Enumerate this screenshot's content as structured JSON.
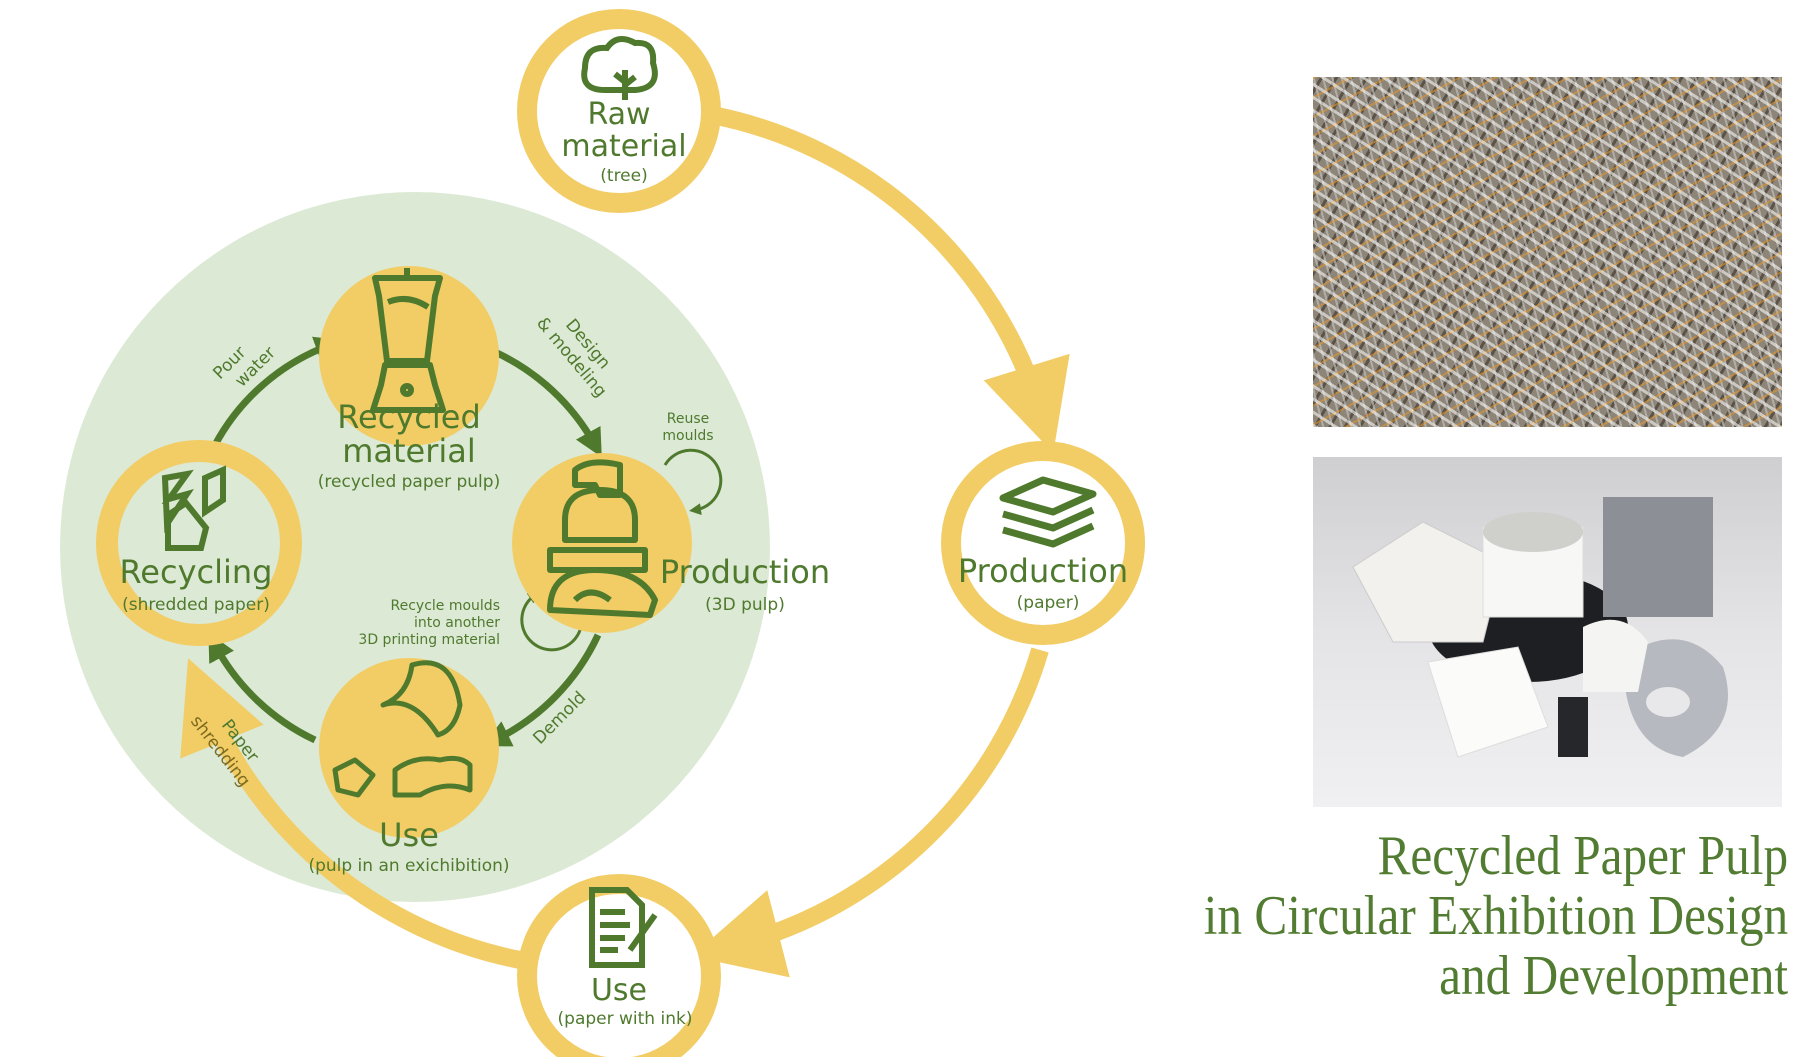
{
  "colors": {
    "green": "#4f7a2e",
    "yellow": "#f2cd66",
    "light_green": "#dce9d4"
  },
  "outer_cycle": {
    "raw": {
      "title1": "Raw",
      "title2": "material",
      "sub": "(tree)",
      "icon": "tree-icon"
    },
    "production": {
      "title": "Production",
      "sub": "(paper)",
      "icon": "paper-stack-icon"
    },
    "use": {
      "title": "Use",
      "sub": "(paper with ink)",
      "icon": "document-pen-icon"
    },
    "arrow_label": {
      "line1": "Paper",
      "line2": "shredding"
    }
  },
  "inner_cycle": {
    "recycling": {
      "title": "Recycling",
      "sub": "(shredded paper)",
      "icon": "shredded-paper-icon"
    },
    "recycled": {
      "title1": "Recycled",
      "title2": "material",
      "sub": "(recycled paper pulp)",
      "icon": "blender-icon"
    },
    "production": {
      "title": "Production",
      "sub": "(3D pulp)",
      "icon": "moulds-icon"
    },
    "use": {
      "title": "Use",
      "sub": "(pulp in an exichibition)",
      "icon": "pulp-objects-icon"
    },
    "arrows": {
      "pour": {
        "line1": "Pour",
        "line2": "water"
      },
      "design": {
        "line1": "Design",
        "line2": "& modeling"
      },
      "reuse": {
        "line1": "Reuse",
        "line2": "moulds"
      },
      "recycle_moulds": {
        "line1": "Recycle moulds",
        "line2": "into another",
        "line3": "3D printing material"
      },
      "demold": "Demold"
    }
  },
  "title": {
    "line1": "Recycled Paper Pulp",
    "line2": "in Circular Exhibition Design",
    "line3": "and Development"
  }
}
